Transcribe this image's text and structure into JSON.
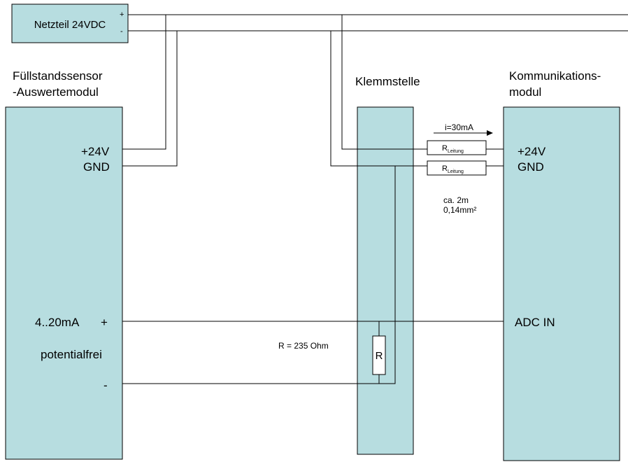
{
  "power_supply": {
    "label": "Netzteil 24VDC",
    "plus": "+",
    "minus": "-"
  },
  "sensor_module": {
    "title_line1": "Füllstandssensor",
    "title_line2": "-Auswertemodul",
    "pin_24v": "+24V",
    "pin_gnd": "GND",
    "signal_label": "4..20mA",
    "signal_plus": "+",
    "signal_note": "potentialfrei",
    "signal_minus": "-"
  },
  "terminal": {
    "title": "Klemmstelle",
    "resistor_label": "R",
    "resistor_value": "R = 235 Ohm"
  },
  "comm_module": {
    "title_line1": "Kommunikations-",
    "title_line2": "modul",
    "pin_24v": "+24V",
    "pin_gnd": "GND",
    "pin_adc": "ADC IN"
  },
  "wiring": {
    "current": "i=30mA",
    "r_line_main": "R",
    "r_line_sub": "Leitung",
    "cable_length": "ca. 2m",
    "cable_section": "0,14mm²"
  },
  "colors": {
    "module_fill": "#b7dde0",
    "line": "#000000"
  }
}
